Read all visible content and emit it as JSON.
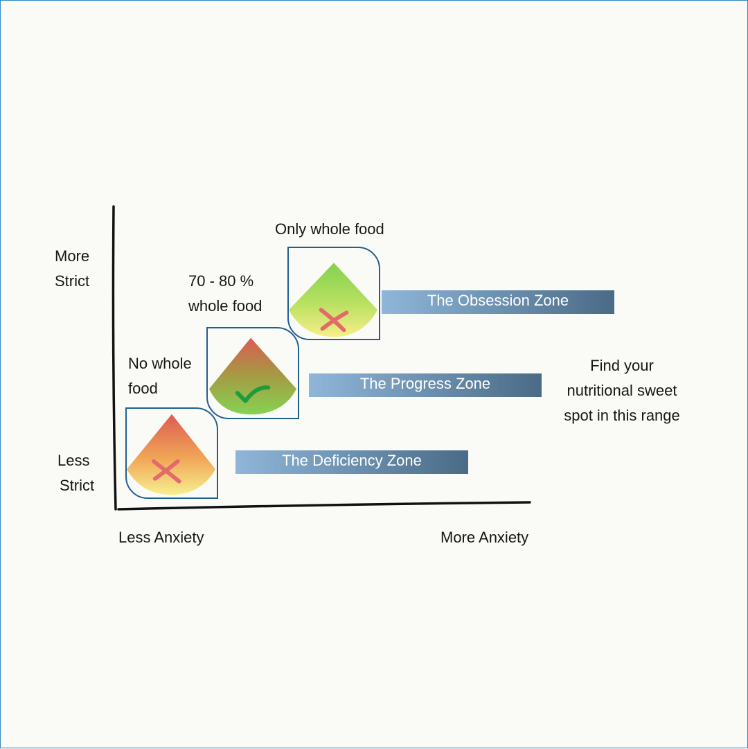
{
  "axes": {
    "y_top_label": [
      "More",
      "Strict"
    ],
    "y_bottom_label": [
      "Less",
      "Strict"
    ],
    "x_left_label": "Less Anxiety",
    "x_right_label": "More Anxiety"
  },
  "levels": [
    {
      "caption": [
        "No whole",
        "food"
      ],
      "zone": "The Deficiency Zone",
      "mark": "cross-icon"
    },
    {
      "caption": [
        "70 - 80 %",
        "whole food"
      ],
      "zone": "The Progress Zone",
      "mark": "check-icon"
    },
    {
      "caption": [
        "Only whole food"
      ],
      "zone": "The Obsession Zone",
      "mark": "cross-icon"
    }
  ],
  "note": [
    "Find your",
    "nutritional sweet",
    "spot in this range"
  ],
  "colors": {
    "border": "#2f86c3",
    "tile_border": "#1f5f94",
    "bar_start": "#8fb6d9",
    "bar_end": "#4a6b86",
    "cross": "#e36a6a",
    "check": "#1f9a3c"
  }
}
